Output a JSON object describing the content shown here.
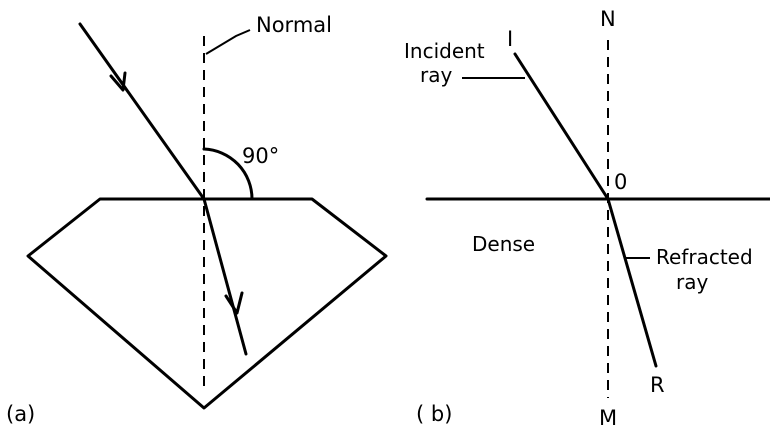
{
  "panel_a": {
    "label": "(a)",
    "normal_label": "Normal",
    "angle_label": "90°"
  },
  "panel_b": {
    "label": "( b)",
    "point_i": "I",
    "point_n": "N",
    "point_o": "0",
    "point_m": "M",
    "point_r": "R",
    "incident_label_line1": "Incident",
    "incident_label_line2": "ray",
    "refracted_label_line1": "Refracted",
    "refracted_label_line2": "ray",
    "medium_label": "Dense"
  }
}
